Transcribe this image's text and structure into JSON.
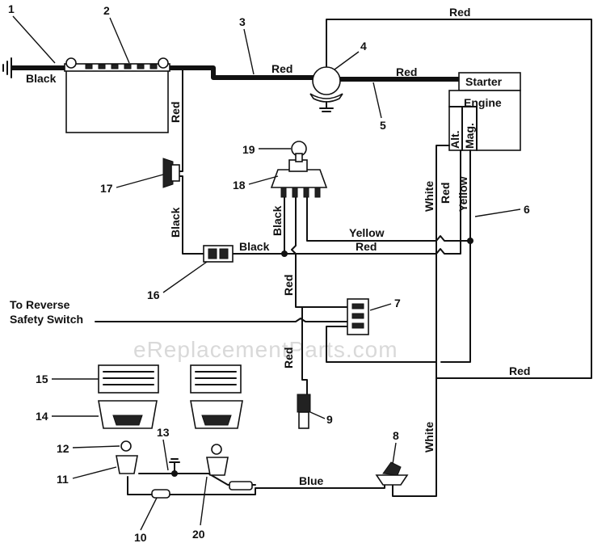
{
  "watermark": "eReplacementParts.com",
  "wire_labels": {
    "black_ground": "Black",
    "red_main_left": "Red",
    "red_main_right": "Red",
    "red_top": "Red",
    "red_battery_drop": "Red",
    "black_17": "Black",
    "black_16": "Black",
    "black_18": "Black",
    "yellow_mid": "Yellow",
    "red_mid": "Red",
    "red_down": "Red",
    "red_to9": "Red",
    "white_vert": "White",
    "red_vert": "Red",
    "yellow_vert": "Yellow",
    "red_lower_right": "Red",
    "white_lower": "White",
    "blue": "Blue"
  },
  "components": {
    "starter": "Starter",
    "engine": "Engine",
    "alt": "Alt.",
    "mag": "Mag."
  },
  "reverse_switch": {
    "line1": "To Reverse",
    "line2": "Safety Switch"
  },
  "callouts": [
    "1",
    "2",
    "3",
    "4",
    "5",
    "6",
    "7",
    "7",
    "8",
    "9",
    "10",
    "11",
    "12",
    "13",
    "14",
    "15",
    "16",
    "17",
    "18",
    "19",
    "20"
  ]
}
